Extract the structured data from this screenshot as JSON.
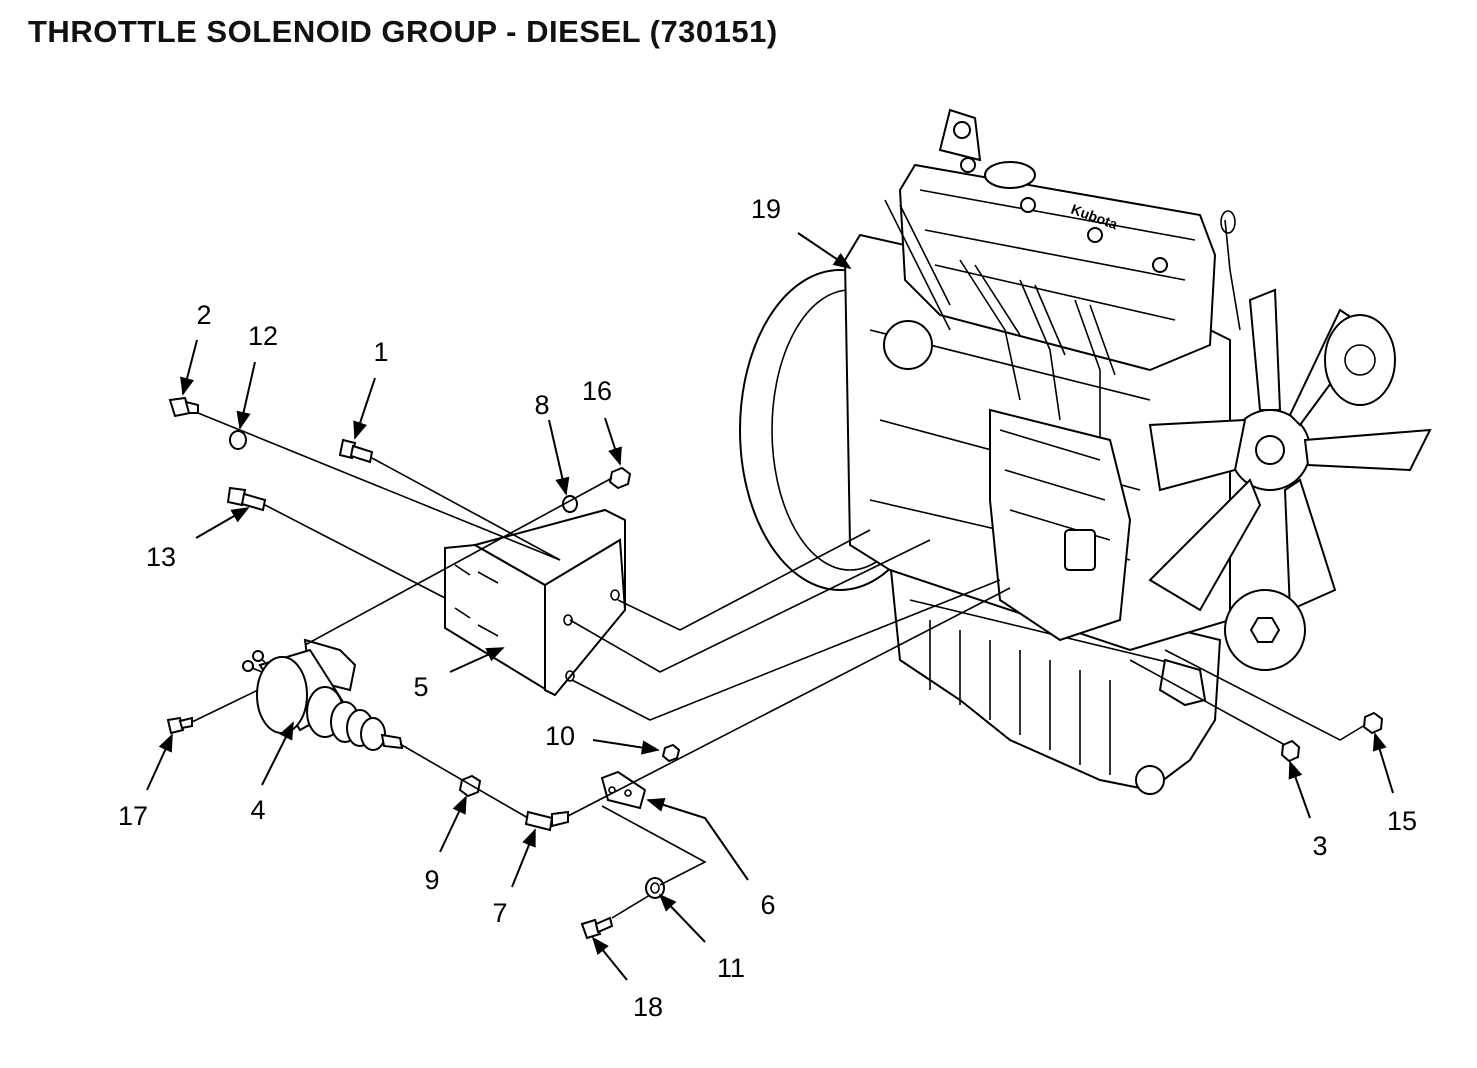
{
  "title": "THROTTLE SOLENOID GROUP - DIESEL (730151)",
  "callouts": {
    "c1": "1",
    "c2": "2",
    "c3": "3",
    "c4": "4",
    "c5": "5",
    "c6": "6",
    "c7": "7",
    "c8": "8",
    "c9": "9",
    "c10": "10",
    "c11": "11",
    "c12": "12",
    "c13": "13",
    "c15": "15",
    "c16": "16",
    "c17": "17",
    "c18": "18",
    "c19": "19"
  },
  "engine_logo": "Kubota"
}
